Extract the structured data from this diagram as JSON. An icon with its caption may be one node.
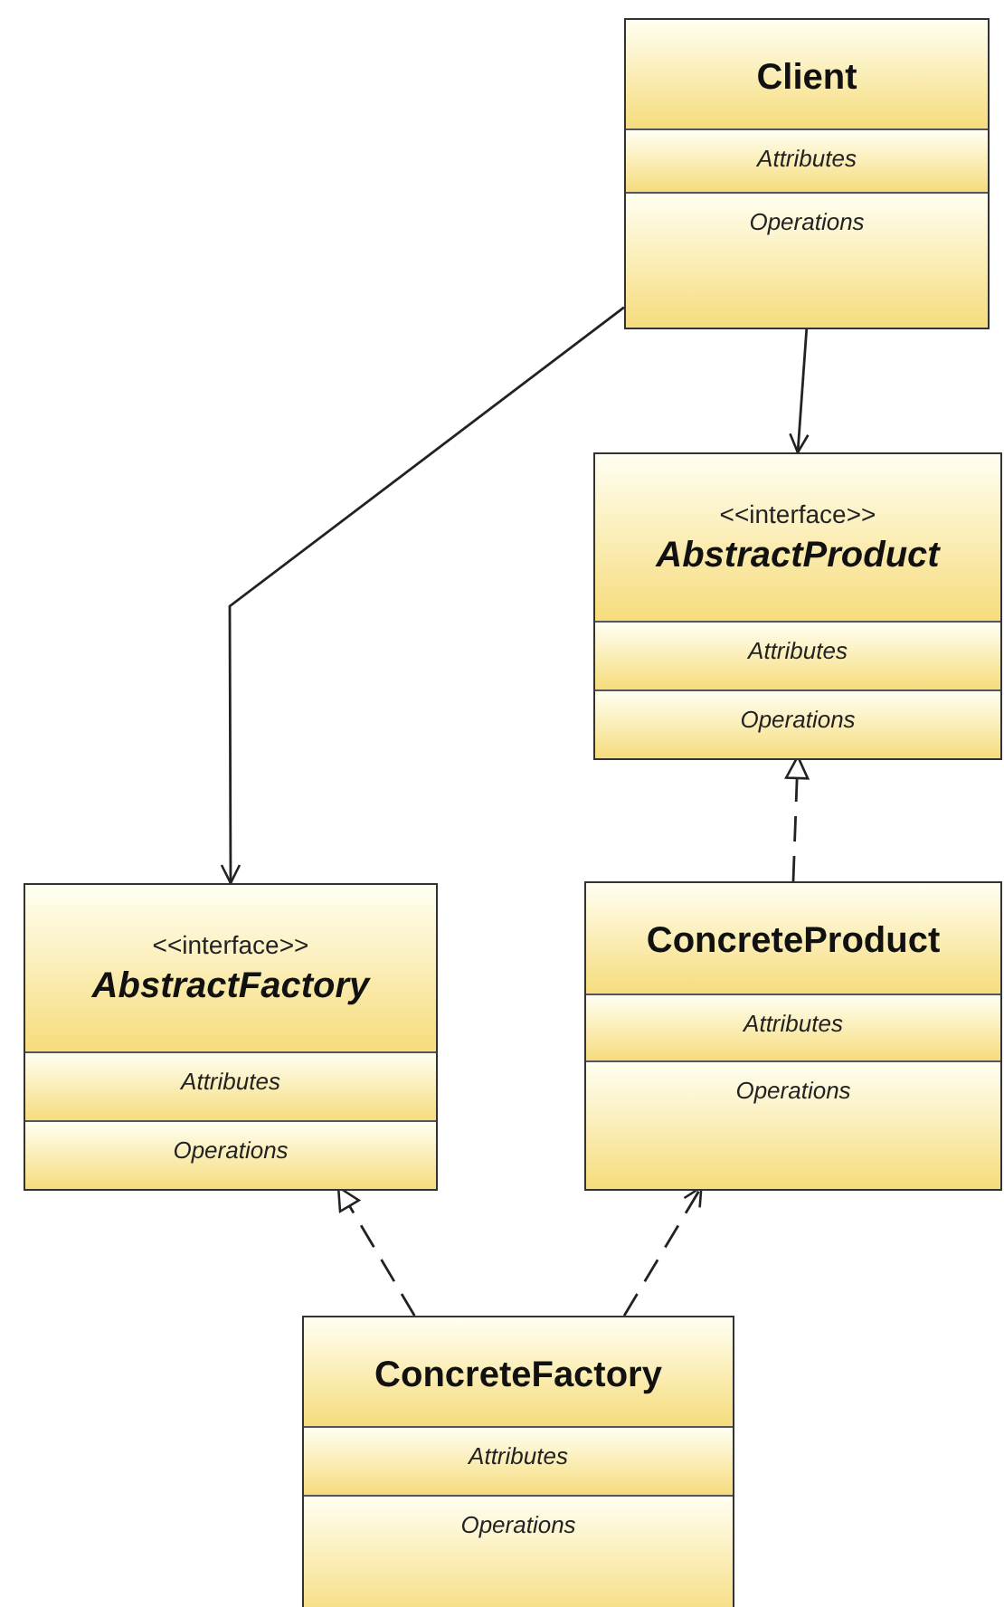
{
  "diagram": {
    "nodes": [
      {
        "text": [
          "Client",
          "Attributes",
          "Operations"
        ]
      },
      {
        "text": [
          "<<interface>>",
          "AbstractProduct",
          "Attributes",
          "Operations"
        ]
      },
      {
        "text": [
          "<<interface>>",
          "AbstractFactory",
          "Attributes",
          "Operations"
        ]
      },
      {
        "text": [
          "ConcreteProduct",
          "Attributes",
          "Operations"
        ]
      },
      {
        "text": [
          "ConcreteFactory",
          "Attributes",
          "Operations"
        ]
      }
    ],
    "edges": [
      {
        "from": 0,
        "to": 1,
        "arrow": "to"
      },
      {
        "from": 0,
        "to": 2,
        "arrow": "to"
      },
      {
        "from": 3,
        "to": 1,
        "arrow": "to",
        "style": "dashed"
      },
      {
        "from": 4,
        "to": 2,
        "arrow": "to",
        "style": "dashed"
      },
      {
        "from": 4,
        "to": 3,
        "arrow": "to",
        "style": "dashed"
      }
    ]
  }
}
